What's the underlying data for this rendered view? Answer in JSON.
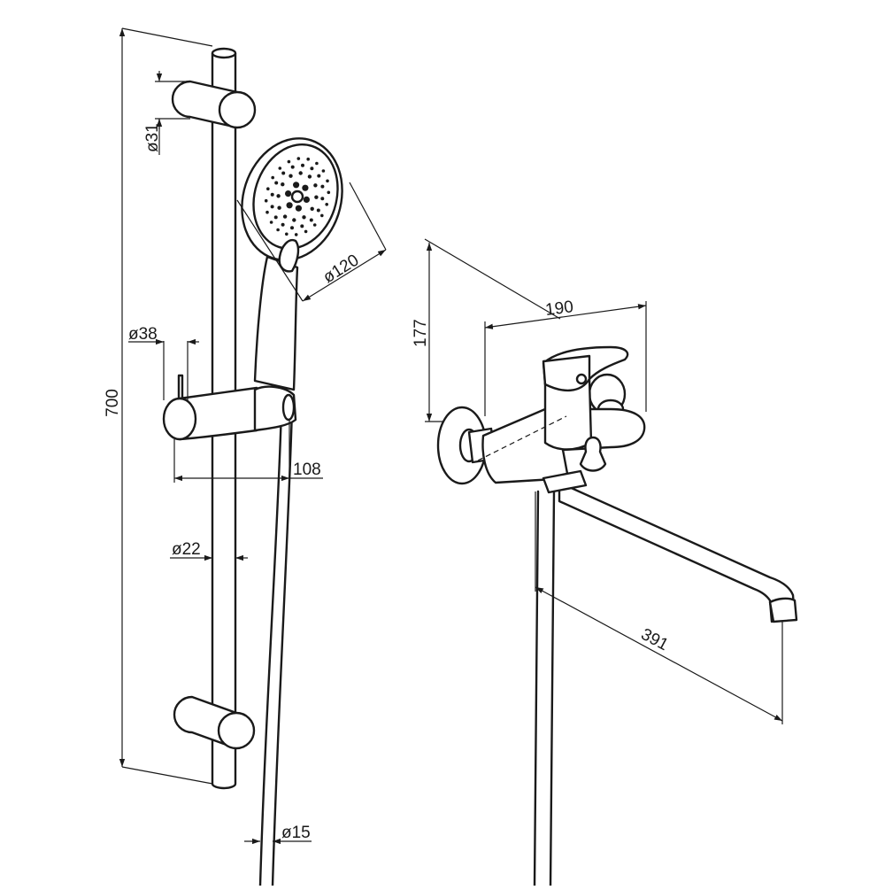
{
  "dimensions": {
    "total_height": "700",
    "holder_diameter": "ø31",
    "head_diameter": "ø120",
    "slider_diameter": "ø38",
    "slider_depth": "108",
    "rail_diameter": "ø22",
    "hose_diameter": "ø15",
    "mixer_height": "177",
    "mixer_width": "190",
    "spout_length": "391"
  },
  "colors": {
    "line": "#1a1a1a",
    "background": "#ffffff"
  }
}
